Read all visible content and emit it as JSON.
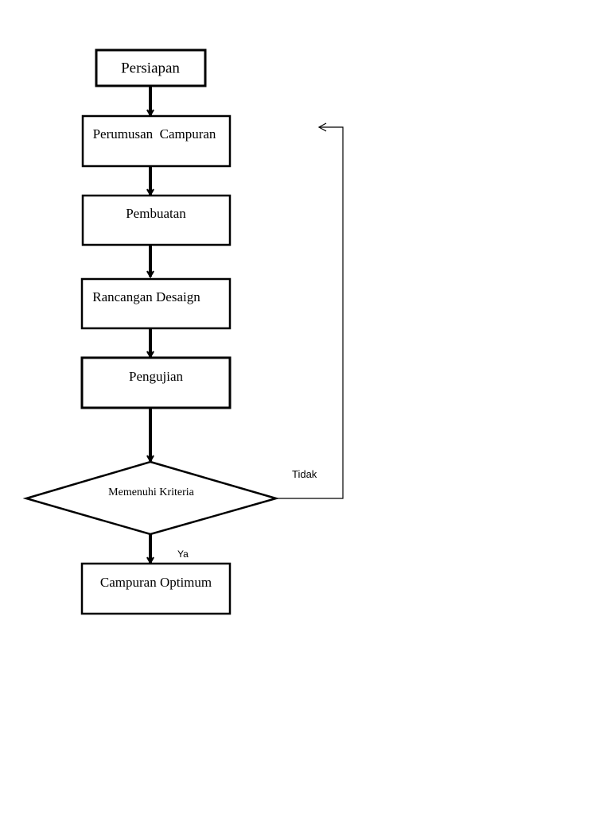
{
  "diagram": {
    "nodes": {
      "persiapan": "Persiapan",
      "perumusan": "Perumusan  Campuran",
      "pembuatan": "Pembuatan",
      "rancangan": "Rancangan Desaign",
      "pengujian": "Pengujian",
      "decision": "Memenuhi Kriteria",
      "optimum": "Campuran Optimum"
    },
    "edge_labels": {
      "no": "Tidak",
      "yes": "Ya"
    }
  }
}
